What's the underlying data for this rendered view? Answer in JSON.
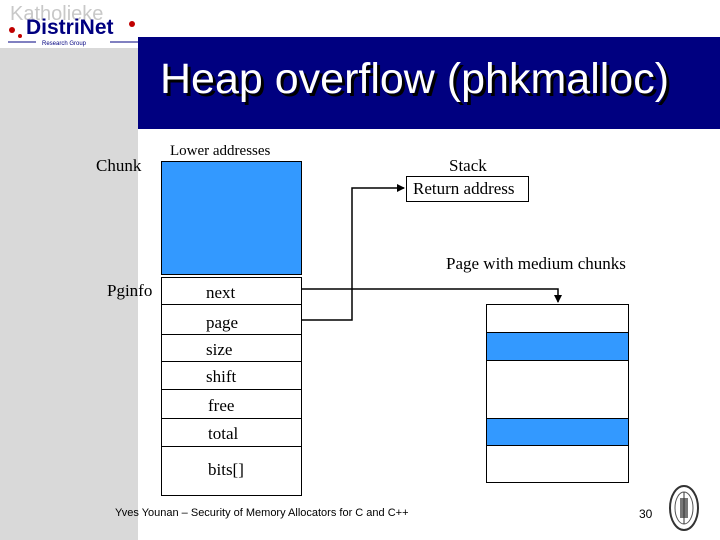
{
  "logo": {
    "top_text": "Katholieke",
    "name": "DistriNet",
    "subtitle": "Research Group"
  },
  "slide": {
    "title": "Heap overflow (phkmalloc)"
  },
  "diagram": {
    "chunk_label": "Chunk",
    "lower_addresses": "Lower addresses",
    "pginfo_label": "Pginfo",
    "fields": [
      "next",
      "page",
      "size",
      "shift",
      "free",
      "total",
      "bits[]"
    ],
    "stack_label": "Stack",
    "return_address": "Return address",
    "page_label": "Page with medium chunks"
  },
  "colors": {
    "title_band": "#000080",
    "chunk_fill": "#3399ff",
    "side_band": "#d9d9d9"
  },
  "footer": {
    "text": "Yves Younan – Security of Memory Allocators for C and C++",
    "page_number": "30"
  }
}
